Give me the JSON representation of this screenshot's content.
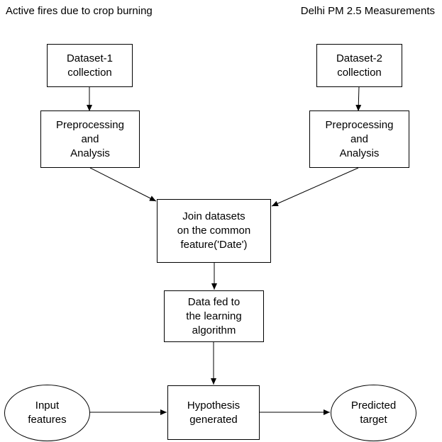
{
  "titles": {
    "left": "Active fires due to crop burning",
    "right": "Delhi PM 2.5 Measurements"
  },
  "nodes": {
    "dataset1": "Dataset-1\ncollection",
    "dataset2": "Dataset-2\ncollection",
    "preprocess1": "Preprocessing\nand\nAnalysis",
    "preprocess2": "Preprocessing\nand\nAnalysis",
    "join": "Join datasets\non the common\nfeature('Date')",
    "feed": "Data fed to\nthe learning\nalgorithm",
    "input": "Input\nfeatures",
    "hypothesis": "Hypothesis\ngenerated",
    "target": "Predicted\ntarget"
  },
  "colors": {
    "stroke": "#000000",
    "background": "#ffffff"
  }
}
